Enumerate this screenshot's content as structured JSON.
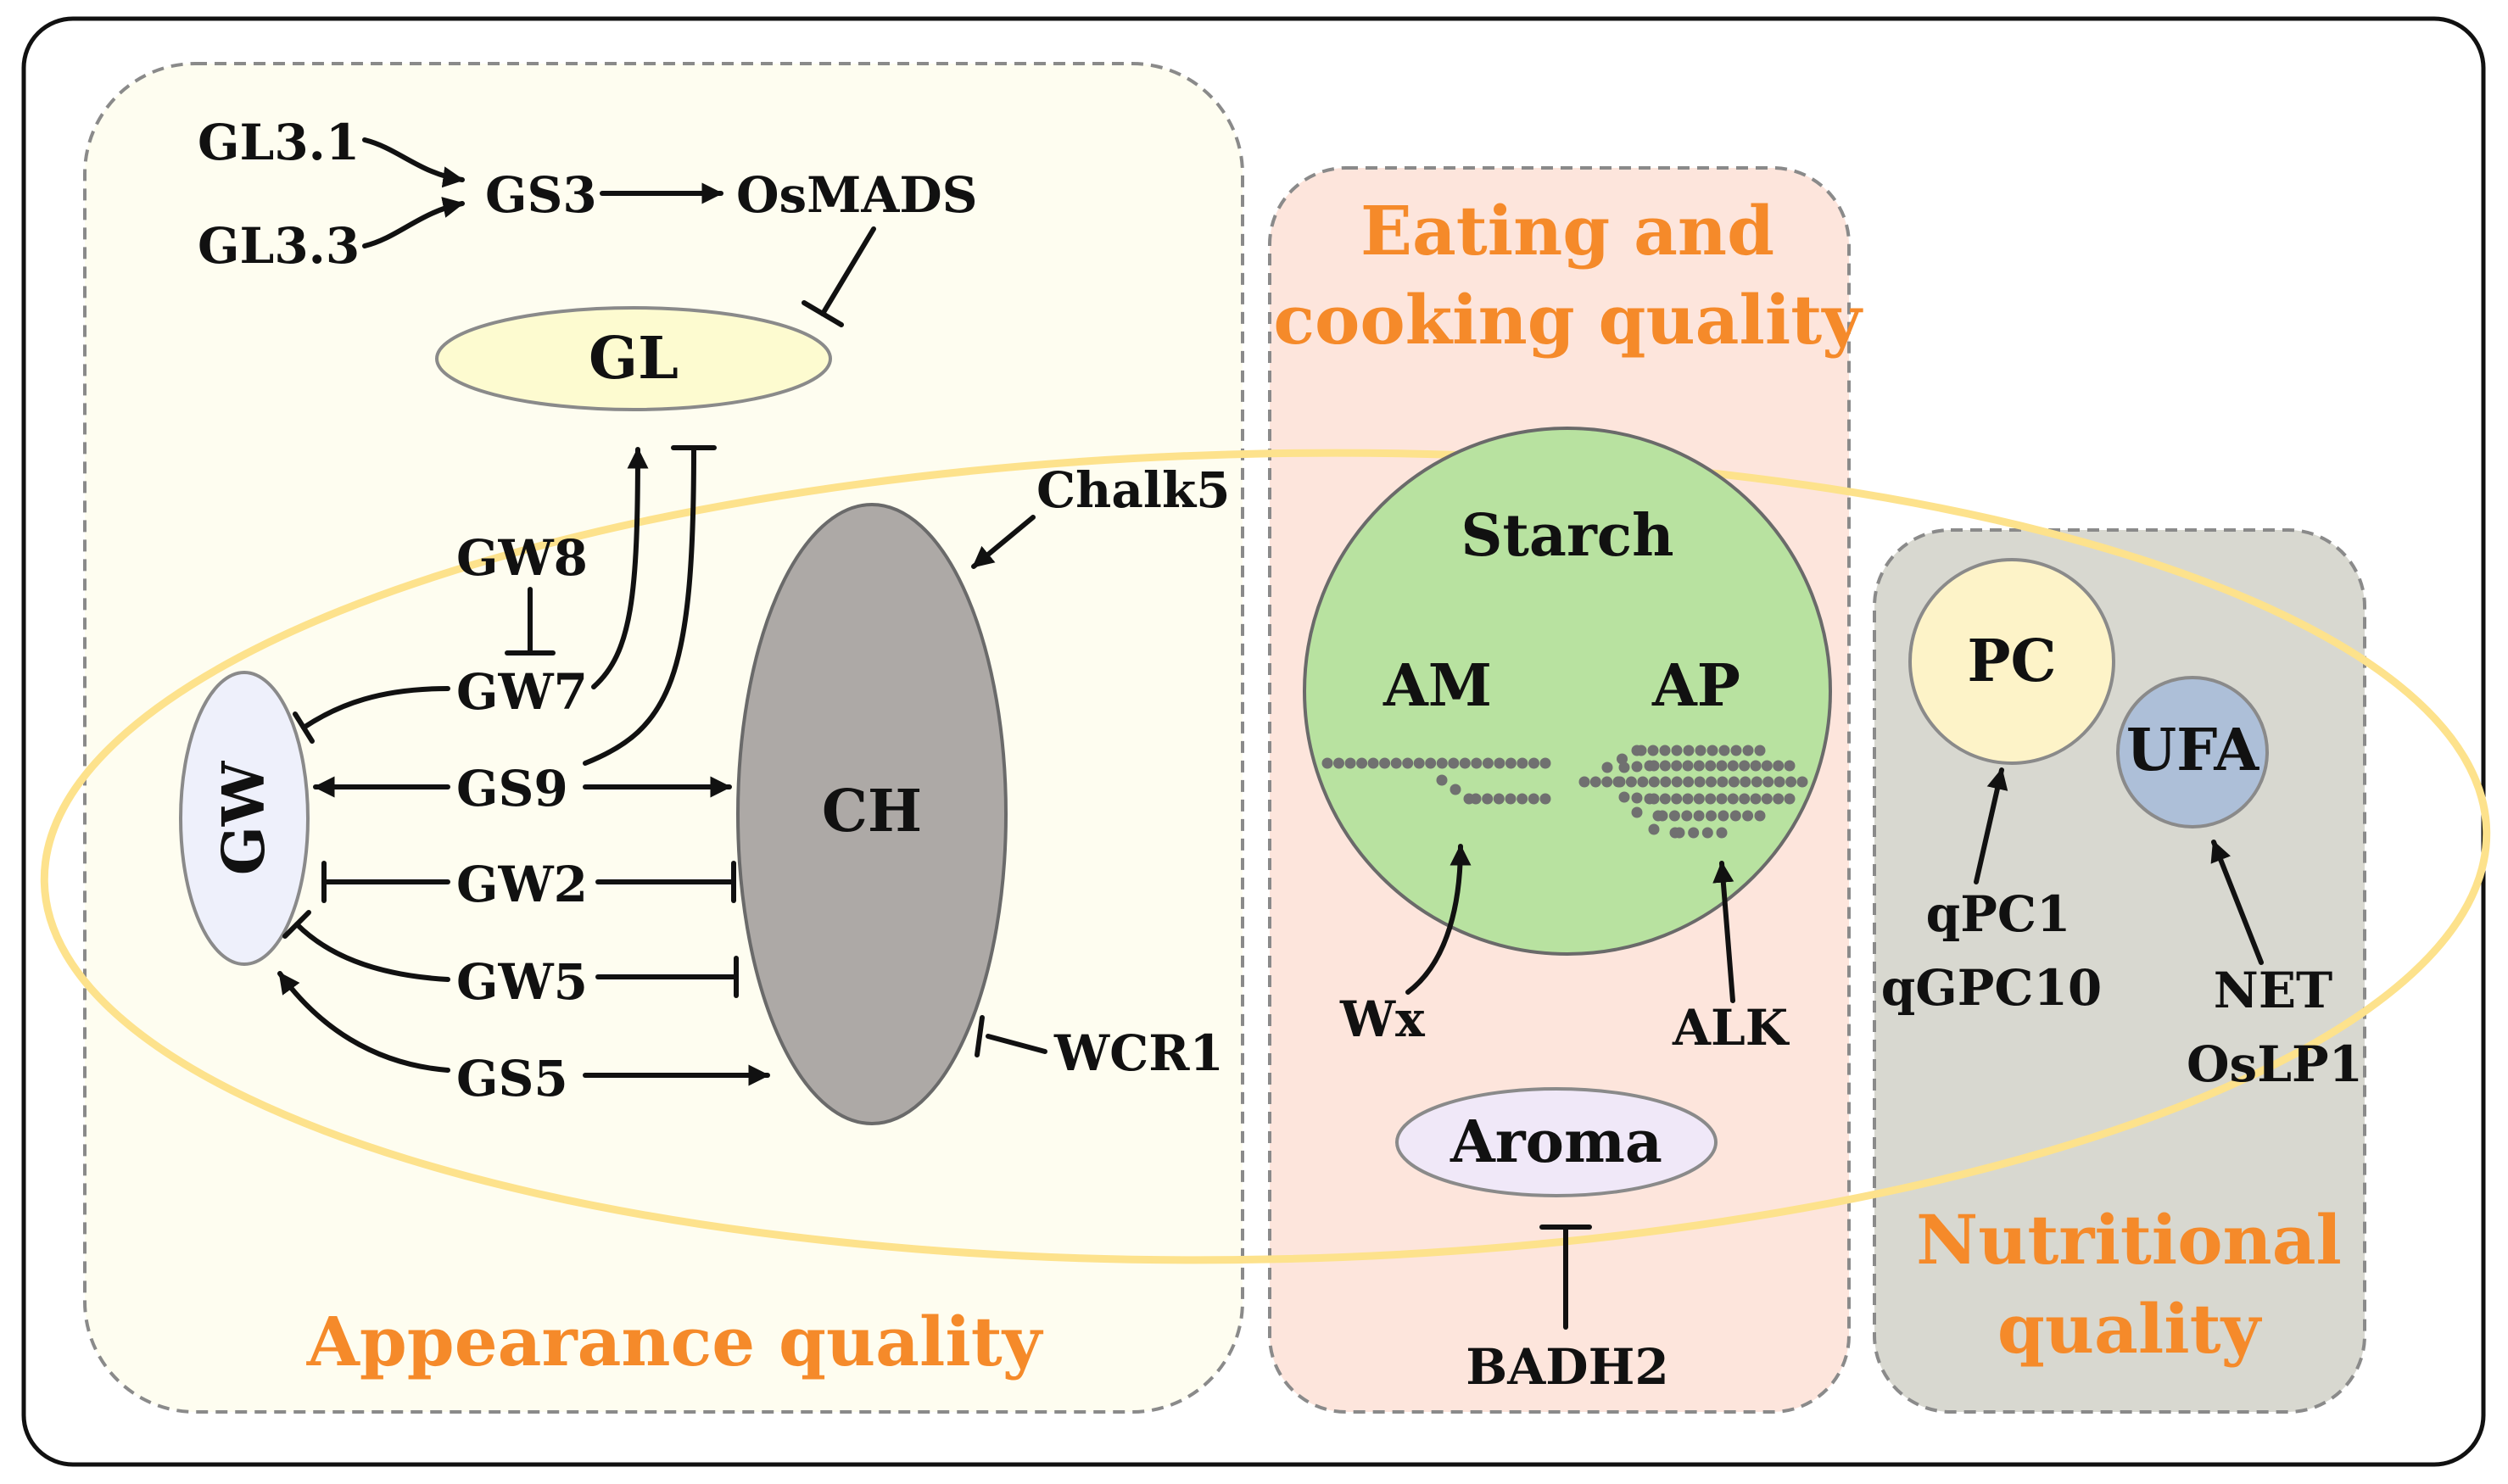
{
  "colors": {
    "appearance_panel": "#fefdf0",
    "eating_panel": "#fde5dc",
    "nutrition_panel": "#d8d8d0",
    "section_title": "#f58a2a",
    "overlap_ring": "#fde28c",
    "gl_node": "#fdfbd0",
    "gw_node": "#eef0fb",
    "ch_node": "#ada9a6",
    "starch_node": "#b8e2a0",
    "aroma_node": "#f0e8f8",
    "pc_node": "#fdf3c8",
    "ufa_node": "#adbfd8",
    "chain_dots": "#707070"
  },
  "sections": {
    "appearance": "Appearance quality",
    "eating_line1": "Eating and",
    "eating_line2": "cooking quality",
    "nutrition_line1": "Nutritional",
    "nutrition_line2": "quality"
  },
  "nodes": {
    "gl": "GL",
    "gw": "GW",
    "ch": "CH",
    "starch": "Starch",
    "am": "AM",
    "ap": "AP",
    "aroma": "Aroma",
    "pc": "PC",
    "ufa": "UFA"
  },
  "genes": {
    "gl31": "GL3.1",
    "gl33": "GL3.3",
    "gs3": "GS3",
    "osmads": "OsMADS",
    "chalk5": "Chalk5",
    "gw8": "GW8",
    "gw7": "GW7",
    "gs9": "GS9",
    "gw2": "GW2",
    "gw5": "GW5",
    "gs5": "GS5",
    "wcr1": "WCR1",
    "wx": "Wx",
    "alk": "ALK",
    "badh2": "BADH2",
    "qpc1": "qPC1",
    "qgpc10": "qGPC10",
    "net": "NET",
    "oslp1": "OsLP1"
  }
}
